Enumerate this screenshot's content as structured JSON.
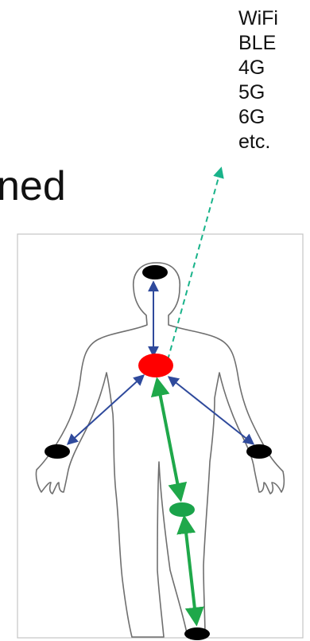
{
  "heading_fragment": "ned",
  "technologies": [
    "WiFi",
    "BLE",
    "4G",
    "5G",
    "6G",
    "etc."
  ],
  "colors": {
    "hub_node": "#ff0000",
    "leg_node": "#1aa34a",
    "sensor_node": "#000000",
    "blue_link": "#2f4a9c",
    "green_link": "#1fa84a",
    "wireless_link": "#19b38a",
    "body_outline": "#6f6f6f",
    "frame_border": "#bfbfbf"
  },
  "nodes": [
    {
      "id": "head-node",
      "role": "sensor"
    },
    {
      "id": "chest-hub",
      "role": "hub"
    },
    {
      "id": "left-hand-node",
      "role": "sensor"
    },
    {
      "id": "right-hand-node",
      "role": "sensor"
    },
    {
      "id": "knee-node",
      "role": "relay"
    },
    {
      "id": "foot-node",
      "role": "sensor"
    }
  ]
}
